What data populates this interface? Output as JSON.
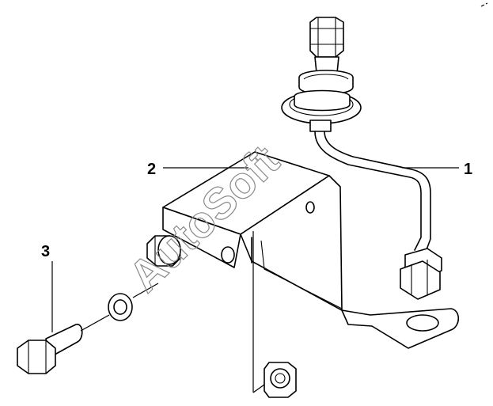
{
  "callouts": {
    "part1": "1",
    "part2": "2",
    "part3": "3"
  },
  "watermark": "AutoSoft",
  "colors": {
    "line": "#000000",
    "background": "#ffffff",
    "watermark": "#8a8a8a"
  }
}
